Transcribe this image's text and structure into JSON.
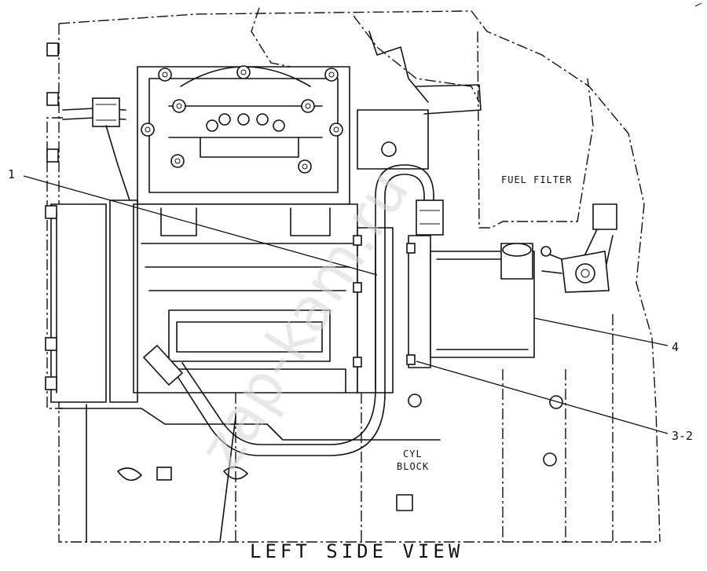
{
  "callouts": {
    "c1": "1",
    "c4": "4",
    "c32": "3-2"
  },
  "labels": {
    "fuel_filter": "FUEL FILTER",
    "cyl_block_line1": "CYL",
    "cyl_block_line2": "BLOCK"
  },
  "caption": "LEFT SIDE VIEW",
  "watermark": "zap-kam.ru",
  "icons": [
    "bolt-icon",
    "hex-nut-icon",
    "fitting-icon",
    "sensor-icon"
  ]
}
